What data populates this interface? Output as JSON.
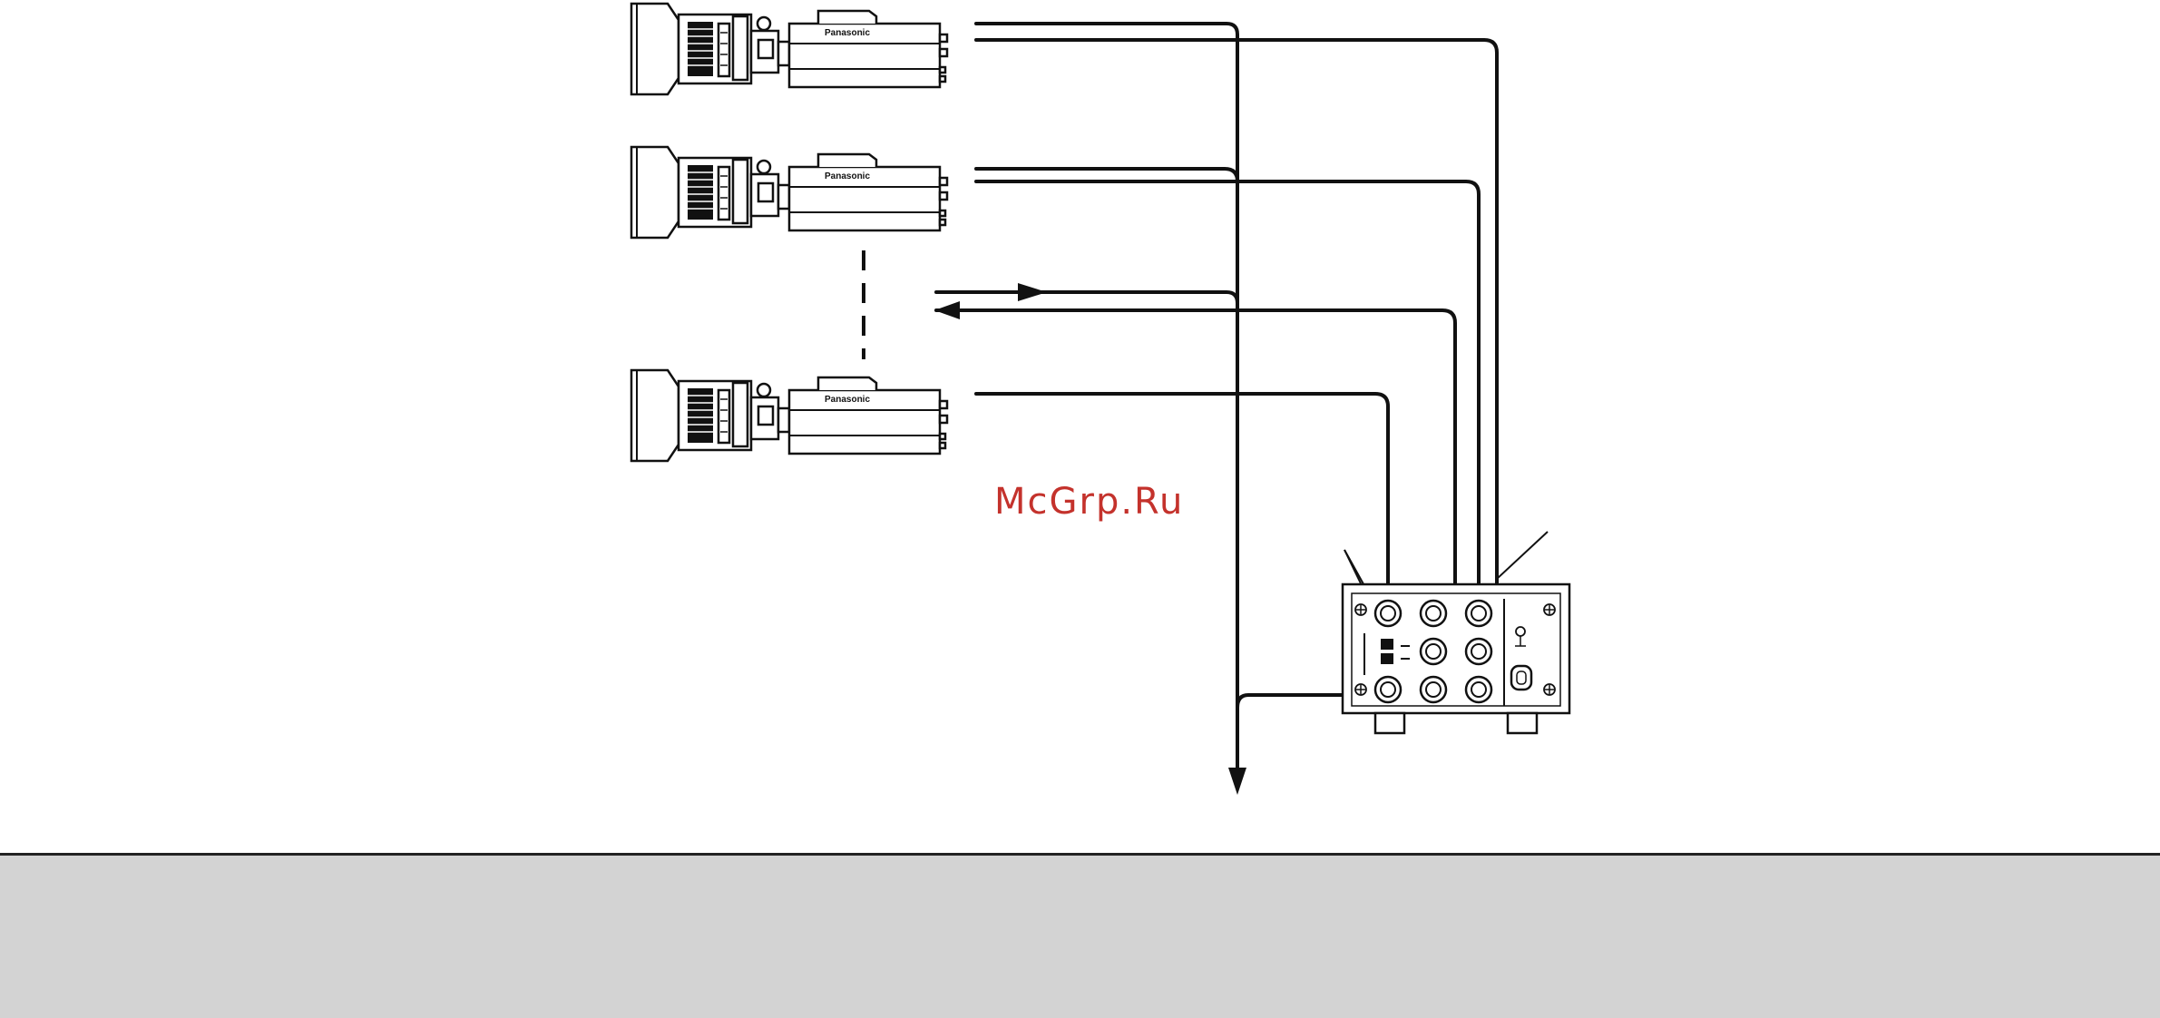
{
  "cameras": [
    {
      "brand": "Panasonic"
    },
    {
      "brand": "Panasonic"
    },
    {
      "brand": "Panasonic"
    }
  ],
  "watermark": {
    "text": "McGrp.Ru",
    "color": "#c4322c"
  },
  "colors": {
    "line": "#111111",
    "footer_band": "#d3d3d3",
    "background": "#ffffff"
  },
  "icons": [
    "camera-icon",
    "bnc-connector-icon",
    "screw-icon",
    "dip-switch-icon",
    "ground-icon",
    "arrow-icon"
  ]
}
